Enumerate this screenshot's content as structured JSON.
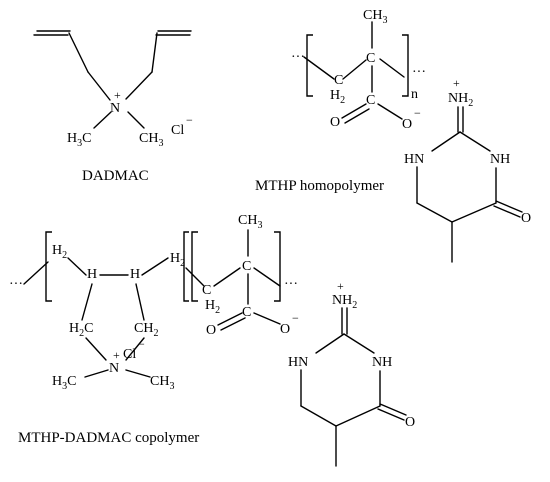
{
  "captions": {
    "dadmac": "DADMAC",
    "mthp_homopolymer": "MTHP homopolymer",
    "copolymer": "MTHP-DADMAC copolymer"
  },
  "atoms": {
    "N": "N",
    "H": "H",
    "C": "C",
    "O": "O",
    "HN": "HN",
    "NH": "NH",
    "H3C": "H",
    "H2": "H",
    "CH3": "CH",
    "CH2": "CH",
    "NH2": "NH",
    "Cl": "Cl"
  },
  "subscripts": {
    "two": "2",
    "three": "3",
    "n": "n"
  },
  "charges": {
    "plus": "+",
    "minus": "−",
    "chain_end": "···"
  }
}
